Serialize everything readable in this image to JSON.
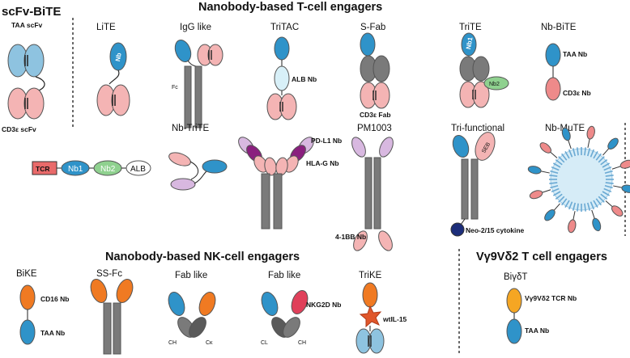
{
  "headings": {
    "tcell": "Nanobody-based T-cell engagers",
    "scfv": "scFv-BiTE",
    "nk": "Nanobody-based NK-cell engagers",
    "vg": "Vγ9Vδ2 T cell engagers"
  },
  "formats": {
    "lite": "LiTE",
    "igg": "IgG like",
    "tritac": "TriTAC",
    "sfab": "S-Fab",
    "trite": "TriTE",
    "nbbite": "Nb-BiTE",
    "nbtrite": "Nb-TriTE",
    "pm1003": "PM1003",
    "trifunc": "Tri-functional",
    "nbmute": "Nb-MuTE",
    "bike": "BiKE",
    "ssfc": "SS-Fc",
    "fablike1": "Fab like",
    "fablike2": "Fab like",
    "trike": "TriKE",
    "bigdt": "BiγδT"
  },
  "labels": {
    "taa_scfv": "TAA scFv",
    "cd3_scfv": "CD3ε scFv",
    "nb": "Nb",
    "fc": "Fc",
    "alb_nb": "ALB Nb",
    "cd3_fab": "CD3ε Fab",
    "nb1": "Nb1",
    "nb2": "Nb2",
    "taa_nb": "TAA Nb",
    "cd3_nb": "CD3ε Nb",
    "tcr": "TCR",
    "alb": "ALB",
    "pdl1_nb": "PD-L1 Nb",
    "hlag_nb": "HLA-G Nb",
    "ibb_nb": "4-1BB Nb",
    "seb": "SEB",
    "neo": "Neo-2/15 cytokine",
    "cd16_nb": "CD16 Nb",
    "bike_taa": "TAA Nb",
    "ch": "CH",
    "ck": "Cκ",
    "cl": "CL",
    "ch2": "CH",
    "nkg2d_nb": "NKG2D Nb",
    "wtil15": "wtIL-15",
    "vg_tcr_nb": "Vγ9Vδ2 TCR Nb",
    "vg_taa_nb": "TAA Nb"
  },
  "colors": {
    "blue": "#2f93c9",
    "lightblue": "#8ec3e0",
    "pink": "#f4b4b4",
    "salmon": "#ee8a8a",
    "grey": "#7a7a7a",
    "darkgrey": "#5a5a5a",
    "green": "#8fd18f",
    "purple": "#8a1f7e",
    "lavender": "#d8b8e0",
    "orange": "#f07a22",
    "amber": "#f5a623",
    "red": "#e0405a",
    "navy": "#1c2d7a",
    "tcrbox": "#e96a6a"
  }
}
